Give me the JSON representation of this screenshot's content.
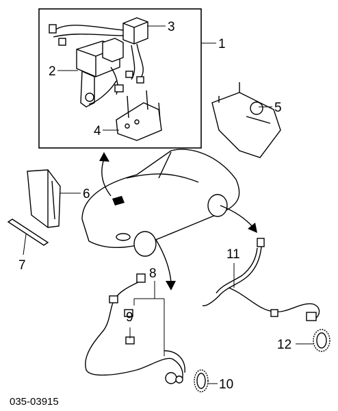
{
  "callouts": {
    "c1": "1",
    "c2": "2",
    "c3": "3",
    "c4": "4",
    "c5": "5",
    "c6": "6",
    "c7": "7",
    "c8": "8",
    "c9": "9",
    "c10": "10",
    "c11": "11",
    "c12": "12"
  },
  "diagram_code": "035-03915"
}
